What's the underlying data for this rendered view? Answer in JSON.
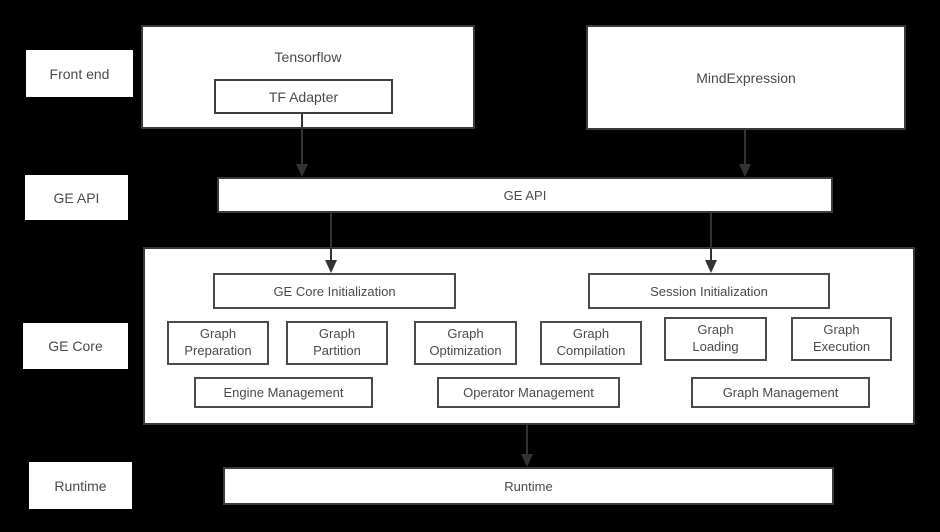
{
  "colors": {
    "background": "#000000",
    "box_fill": "#ffffff",
    "border_dark": "#3a3a3a",
    "border_medium": "#4a4a4a",
    "text": "#4a4a4a",
    "arrow": "#333333"
  },
  "row_labels": [
    "Front end",
    "GE API",
    "GE Core",
    "Runtime"
  ],
  "front_end": {
    "tensorflow_title": "Tensorflow",
    "tf_adapter_label": "TF Adapter",
    "mindexpression_title": "MindExpression"
  },
  "ge_api_bar_label": "GE API",
  "ge_core": {
    "ge_core_init_label": "GE Core Initialization",
    "session_init_label": "Session Initialization",
    "graph_boxes": [
      {
        "line1": "Graph",
        "line2": "Preparation"
      },
      {
        "line1": "Graph",
        "line2": "Partition"
      },
      {
        "line1": "Graph",
        "line2": "Optimization"
      },
      {
        "line1": "Graph",
        "line2": "Compilation"
      },
      {
        "line1": "Graph",
        "line2": "Loading"
      },
      {
        "line1": "Graph",
        "line2": "Execution"
      }
    ],
    "management_boxes": [
      "Engine Management",
      "Operator Management",
      "Graph Management"
    ]
  },
  "runtime_bar_label": "Runtime"
}
